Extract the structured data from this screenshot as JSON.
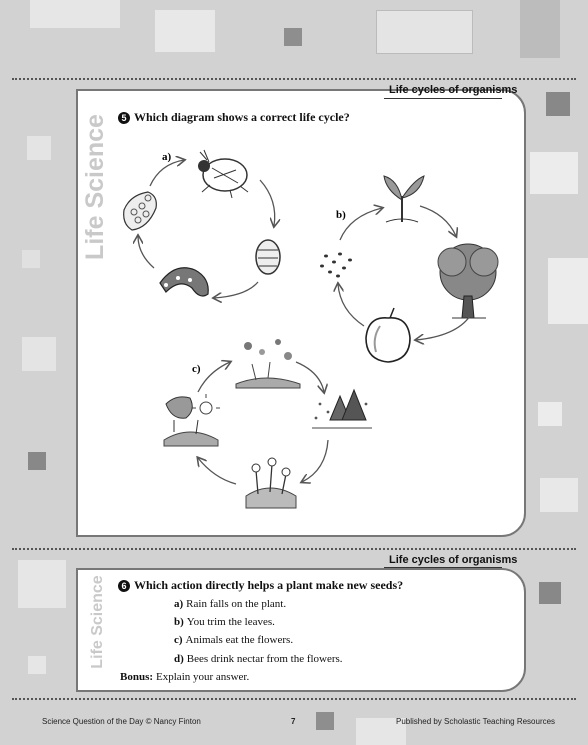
{
  "top_card": {
    "side_title": "Life Science",
    "topic": "Life cycles of organisms",
    "question_number": "5",
    "question": "Which diagram shows a correct life cycle?",
    "diagrams": [
      {
        "label": "a)",
        "stages": [
          "beetle",
          "pupa",
          "larva",
          "eggs"
        ]
      },
      {
        "label": "b)",
        "stages": [
          "seedling",
          "tree",
          "apple",
          "seeds"
        ]
      },
      {
        "label": "c)",
        "stages": [
          "autumn",
          "winter",
          "spring",
          "summer"
        ]
      }
    ]
  },
  "bottom_card": {
    "side_title": "Life Science",
    "topic": "Life cycles of organisms",
    "question_number": "6",
    "question": "Which action directly helps a plant make new seeds?",
    "options": [
      {
        "letter": "a)",
        "text": "Rain falls on the plant."
      },
      {
        "letter": "b)",
        "text": "You trim the leaves."
      },
      {
        "letter": "c)",
        "text": "Animals eat the flowers."
      },
      {
        "letter": "d)",
        "text": "Bees drink nectar from the flowers."
      }
    ],
    "bonus_label": "Bonus:",
    "bonus_text": "Explain your answer."
  },
  "footer": {
    "left": "Science Question of the Day © Nancy Finton",
    "page": "7",
    "right": "Published by Scholastic Teaching Resources"
  },
  "colors": {
    "background": "#d2d2d2",
    "card_border": "#777777",
    "side_title": "#c9c9c9"
  }
}
